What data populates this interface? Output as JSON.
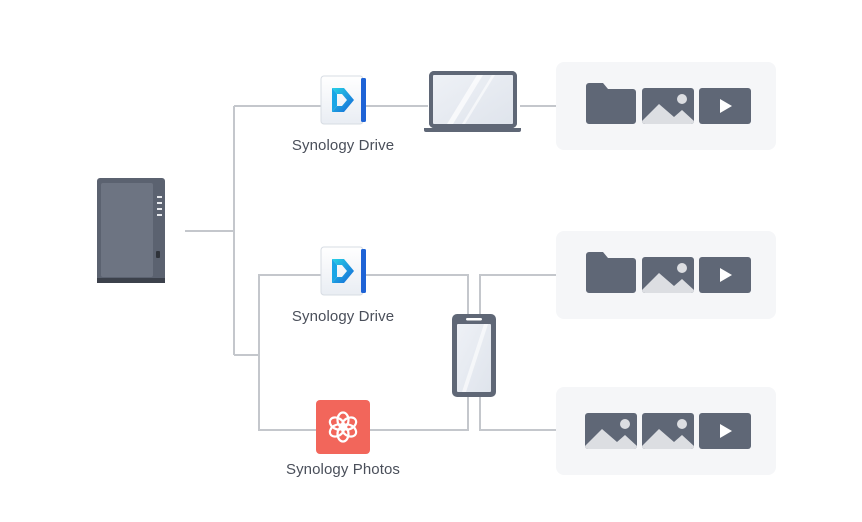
{
  "apps": {
    "drive_top": "Synology Drive",
    "drive_mid": "Synology Drive",
    "photos": "Synology Photos"
  },
  "icons": {
    "nas": "nas-server-icon",
    "laptop": "laptop-icon",
    "phone": "smartphone-icon",
    "drive": "synology-drive-icon",
    "photos": "synology-photos-icon",
    "folder": "folder-icon",
    "image": "image-icon",
    "video": "video-play-icon"
  },
  "colors": {
    "line": "#c4c7cc",
    "device": "#5f6776",
    "panel": "#f5f6f8",
    "photos_brand": "#f2665b",
    "drive_brand": "#1e88e5"
  },
  "content_groups": [
    {
      "items": [
        "folder",
        "image",
        "video"
      ]
    },
    {
      "items": [
        "folder",
        "image",
        "video"
      ]
    },
    {
      "items": [
        "image",
        "image",
        "video"
      ]
    }
  ]
}
